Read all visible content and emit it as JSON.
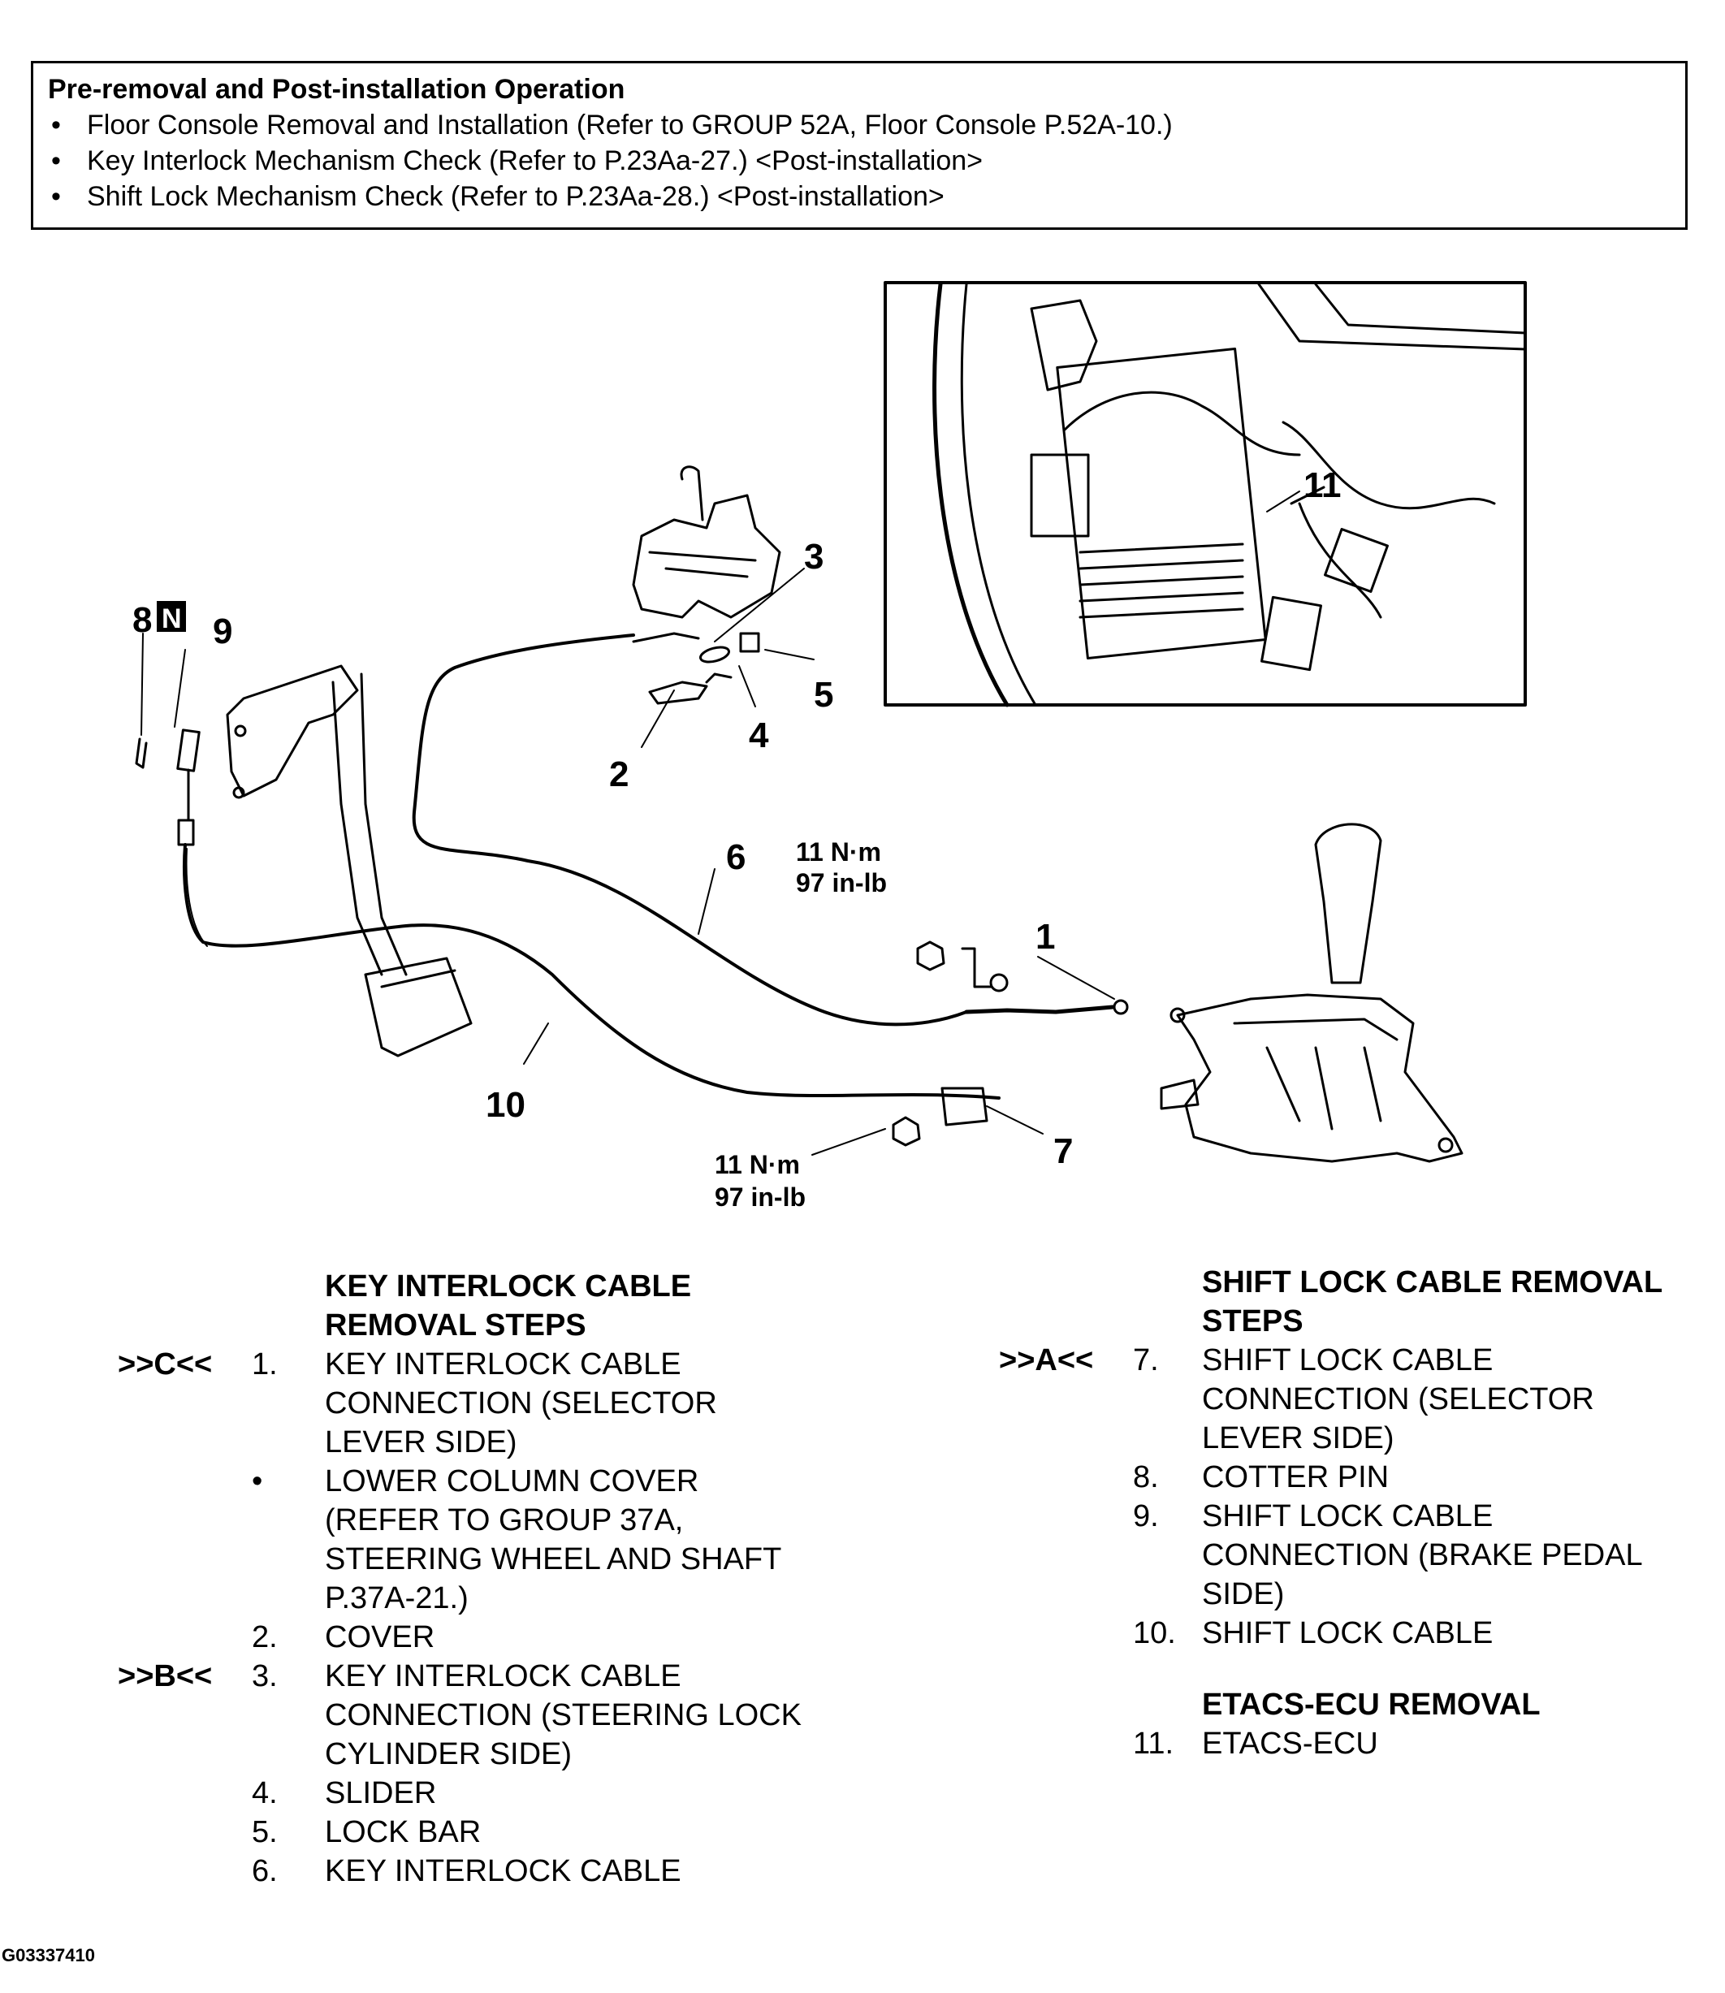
{
  "info_box": {
    "title": "Pre-removal and Post-installation Operation",
    "items": [
      "Floor Console Removal and Installation (Refer to GROUP 52A, Floor Console P.52A-10.)",
      "Key Interlock Mechanism Check (Refer to P.23Aa-27.) <Post-installation>",
      "Shift Lock Mechanism Check (Refer to P.23Aa-28.) <Post-installation>"
    ],
    "bullet": "•"
  },
  "diagram": {
    "callouts": {
      "c1": "1",
      "c2": "2",
      "c3": "3",
      "c4": "4",
      "c5": "5",
      "c6": "6",
      "c7": "7",
      "c8": "8",
      "c8_badge": "N",
      "c9": "9",
      "c10": "10",
      "c11": "11"
    },
    "torque_upper": {
      "line1": "11 N·m",
      "line2": "97 in-lb"
    },
    "torque_lower": {
      "line1": "11 N·m",
      "line2": "97 in-lb"
    },
    "figure_id": "G03337410"
  },
  "key_interlock": {
    "heading_line1": "KEY INTERLOCK CABLE",
    "heading_line2": "REMOVAL STEPS",
    "steps": [
      {
        "ref": ">>C<<",
        "num": "1.",
        "lines": [
          "KEY INTERLOCK CABLE",
          "CONNECTION (SELECTOR",
          "LEVER SIDE)"
        ]
      },
      {
        "ref": "",
        "num": "•",
        "lines": [
          "LOWER COLUMN COVER",
          "(REFER TO GROUP 37A,",
          "STEERING WHEEL AND SHAFT",
          "P.37A-21.)"
        ]
      },
      {
        "ref": "",
        "num": "2.",
        "lines": [
          "COVER"
        ]
      },
      {
        "ref": ">>B<<",
        "num": "3.",
        "lines": [
          "KEY INTERLOCK CABLE",
          "CONNECTION (STEERING LOCK",
          "CYLINDER SIDE)"
        ]
      },
      {
        "ref": "",
        "num": "4.",
        "lines": [
          "SLIDER"
        ]
      },
      {
        "ref": "",
        "num": "5.",
        "lines": [
          "LOCK BAR"
        ]
      },
      {
        "ref": "",
        "num": "6.",
        "lines": [
          "KEY INTERLOCK CABLE"
        ]
      }
    ]
  },
  "shift_lock": {
    "heading_line1": "SHIFT LOCK CABLE REMOVAL",
    "heading_line2": "STEPS",
    "steps": [
      {
        "ref": ">>A<<",
        "num": "7.",
        "lines": [
          "SHIFT LOCK CABLE",
          "CONNECTION (SELECTOR",
          "LEVER SIDE)"
        ]
      },
      {
        "ref": "",
        "num": "8.",
        "lines": [
          "COTTER PIN"
        ]
      },
      {
        "ref": "",
        "num": "9.",
        "lines": [
          "SHIFT LOCK CABLE",
          "CONNECTION (BRAKE PEDAL",
          "SIDE)"
        ]
      },
      {
        "ref": "",
        "num": "10.",
        "lines": [
          "SHIFT LOCK CABLE"
        ]
      }
    ]
  },
  "etacs": {
    "heading": "ETACS-ECU REMOVAL",
    "steps": [
      {
        "ref": "",
        "num": "11.",
        "lines": [
          "ETACS-ECU"
        ]
      }
    ]
  }
}
